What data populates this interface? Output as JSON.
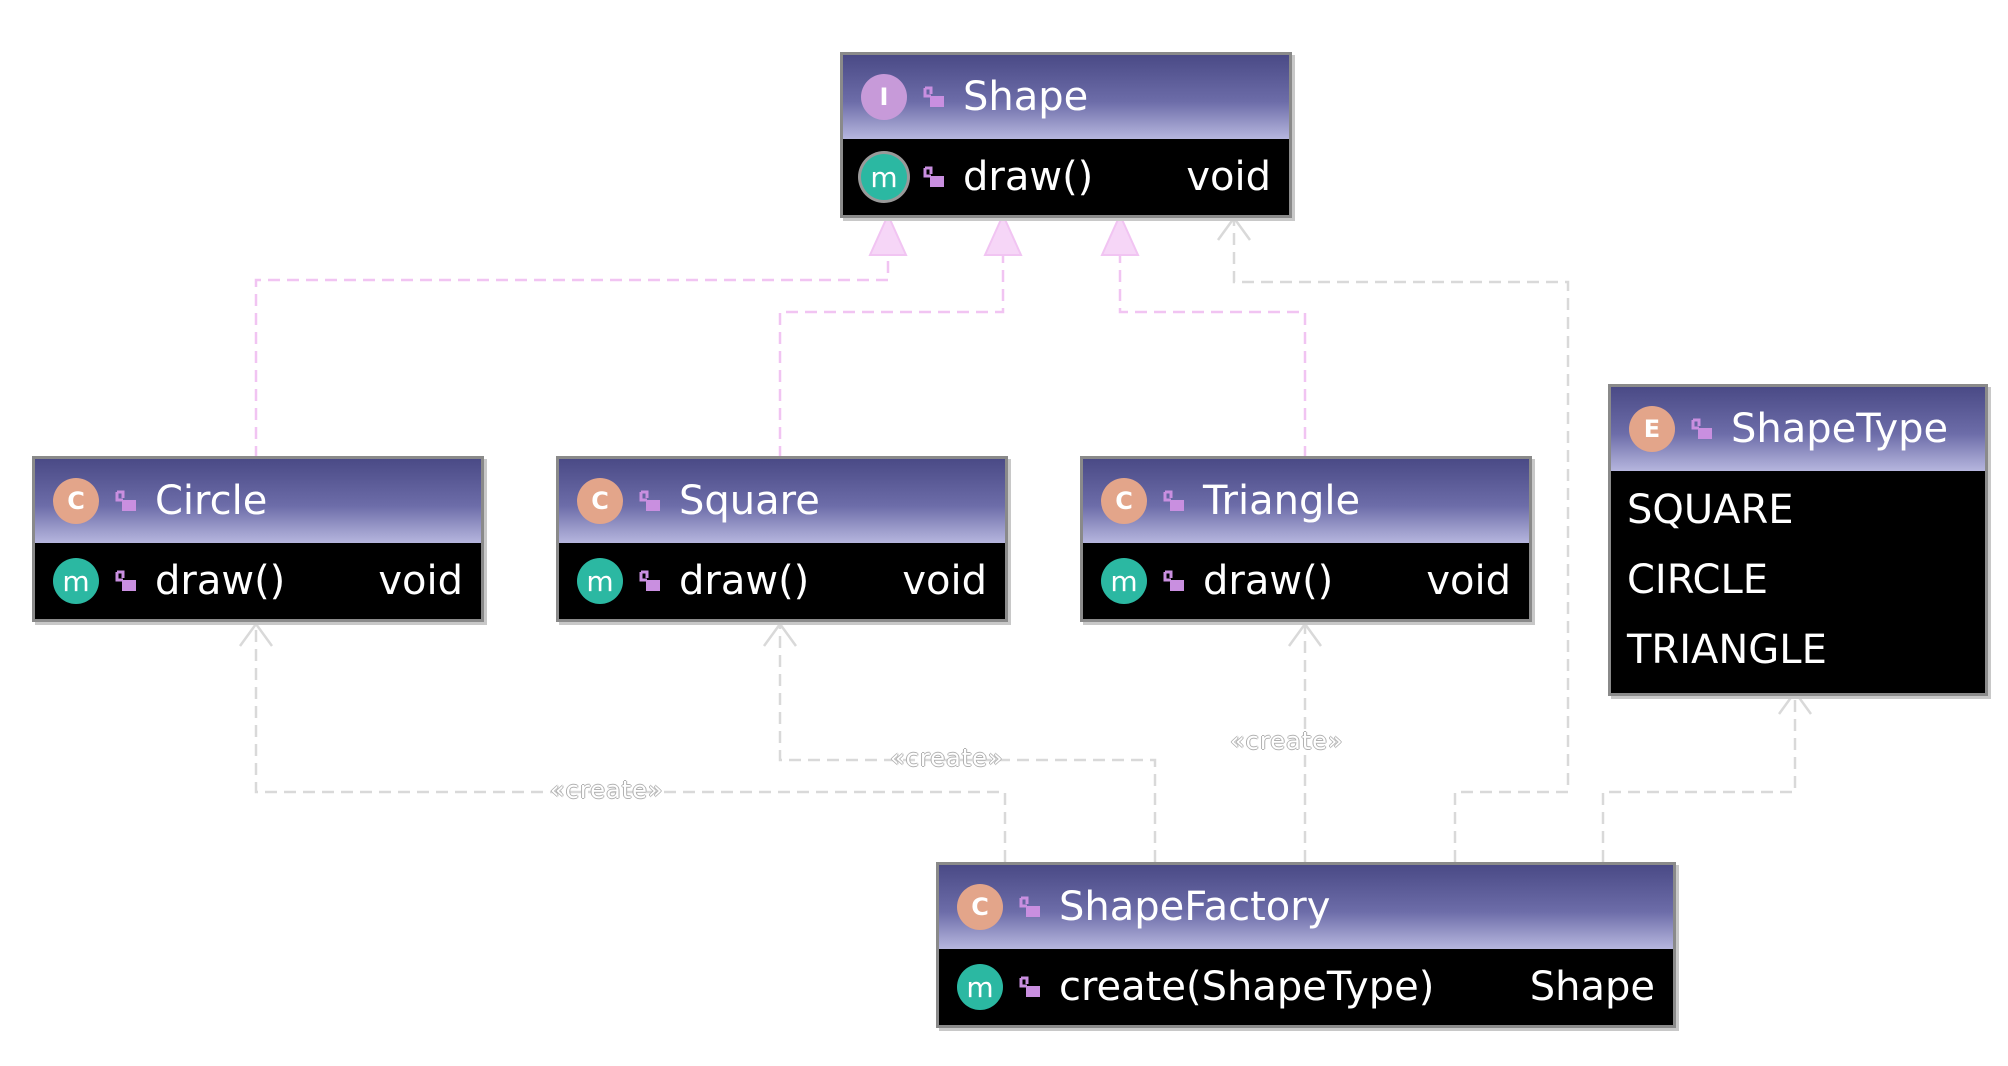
{
  "nodes": {
    "shape": {
      "kind": "I",
      "title": "Shape",
      "method": "draw()",
      "method_kind": "m",
      "return": "void"
    },
    "circle": {
      "kind": "C",
      "title": "Circle",
      "method": "draw()",
      "method_kind": "m",
      "return": "void"
    },
    "square": {
      "kind": "C",
      "title": "Square",
      "method": "draw()",
      "method_kind": "m",
      "return": "void"
    },
    "triangle": {
      "kind": "C",
      "title": "Triangle",
      "method": "draw()",
      "method_kind": "m",
      "return": "void"
    },
    "shapetype": {
      "kind": "E",
      "title": "ShapeType",
      "constants": [
        "SQUARE",
        "CIRCLE",
        "TRIANGLE"
      ]
    },
    "factory": {
      "kind": "C",
      "title": "ShapeFactory",
      "method": "create(ShapeType)",
      "method_kind": "m",
      "return": "Shape"
    }
  },
  "edge_labels": {
    "create_circle": "«create»",
    "create_square": "«create»",
    "create_triangle": "«create»"
  },
  "colors": {
    "realization": "#f1c4f2",
    "dependency": "#d9d9d9",
    "header_top": "#4a4a86",
    "header_bottom": "#b6b6de"
  }
}
